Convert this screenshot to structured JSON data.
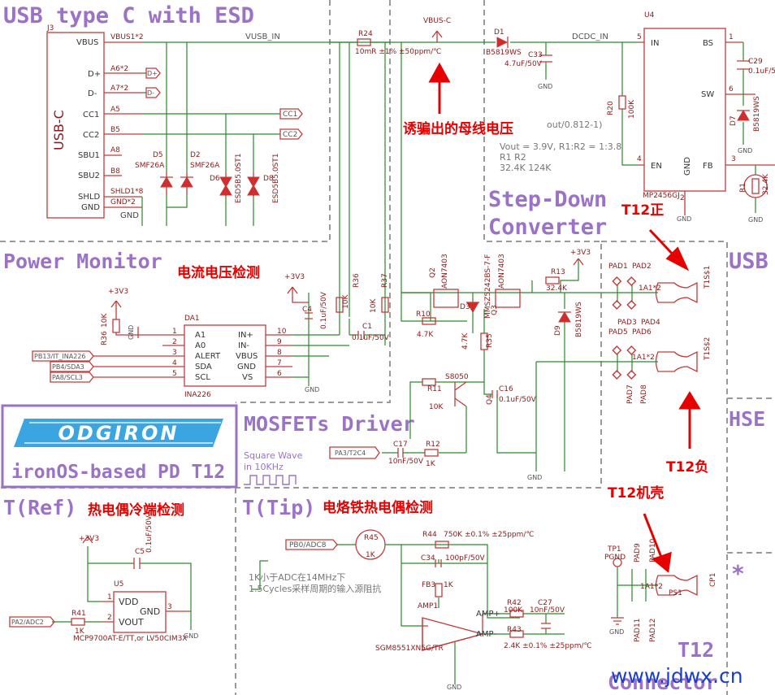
{
  "sections": {
    "usb": "USB type C with ESD",
    "power_monitor": "Power Monitor",
    "mosfet_driver": "MOSFETs Driver",
    "step_down": "Step-Down",
    "step_down2": "Converter",
    "tref": "T(Ref)",
    "ttip": "T(Tip)",
    "t12_connector": "T12",
    "t12_connector2": "Connector",
    "usb_right": "USB",
    "hse": "HSE",
    "star": "*"
  },
  "annotations": {
    "bus_voltage": "诱骗出的母线电压",
    "current_voltage": "电流电压检测",
    "cold_junction": "热电偶冷端检测",
    "tip_thermocouple": "电烙铁热电偶检测",
    "t12_pos": "T12正",
    "t12_neg": "T12负",
    "t12_case": "T12机壳"
  },
  "logo": {
    "brand": "ODGIRON",
    "subtitle": "ironOS-based PD T12"
  },
  "square_wave": {
    "line1": "Square Wave",
    "line2": "in 10KHz"
  },
  "nets": {
    "vusb_in": "VUSB_IN",
    "dcdc_in": "DCDC_IN",
    "vbus_c": "VBUS-C",
    "plus3v3": "+3V3",
    "gnd": "GND"
  },
  "usb_c": {
    "ref": "J3",
    "name": "USB-C",
    "pins": [
      "VBUS",
      "D+",
      "D-",
      "CC1",
      "CC2",
      "SBU1",
      "SBU2",
      "SHLD",
      "GND"
    ],
    "pin_nums": [
      "VBUS1*2",
      "A6*2",
      "A7*2",
      "A5",
      "B5",
      "A8",
      "B8",
      "SHLD1*8",
      "GND*2"
    ],
    "ports": [
      "D+",
      "D-",
      "CC1",
      "CC2"
    ]
  },
  "esd": {
    "d5": "D5",
    "d5_part": "SMF26A",
    "d2": "D2",
    "d2_part": "SMF26A",
    "d6": "D6",
    "d6_part": "ESD5B5.0ST1",
    "d8": "D8",
    "d8_part": "ESD5B5.0ST1"
  },
  "r24": {
    "ref": "R24",
    "value": "10mR ±1% ±50ppm/℃"
  },
  "d1": {
    "ref": "D1",
    "part": "B5819WS"
  },
  "c33": {
    "ref": "C33",
    "value": "4.7uF/50V"
  },
  "r20": {
    "ref": "R20",
    "value": "100K"
  },
  "u4": {
    "ref": "U4",
    "part": "MP2456GJ",
    "pins": {
      "in": "IN",
      "bs": "BS",
      "sw": "SW",
      "en": "EN",
      "gnd": "GND",
      "fb": "FB"
    },
    "nums": {
      "in": "5",
      "bs": "1",
      "sw": "6",
      "en": "4",
      "gnd": "2",
      "fb": "3"
    }
  },
  "c29": {
    "ref": "C29",
    "value": "0.1uF/5"
  },
  "d7": {
    "ref": "D7",
    "part": "B5819WS"
  },
  "r1": {
    "ref": "R1",
    "value": "32.4K"
  },
  "formula": {
    "line1": "out/0.812-1)",
    "line2": "Vout = 3.9V, R1:R2 = 1:3.8",
    "line3": "R1    R2",
    "line4": "32.4K 124K"
  },
  "ina226": {
    "ref": "DA1",
    "part": "INA226",
    "left_pins": [
      "A1",
      "A0",
      "ALERT",
      "SDA",
      "SCL"
    ],
    "left_nums": [
      "1",
      "2",
      "3",
      "4",
      "5"
    ],
    "right_pins": [
      "IN+",
      "IN-",
      "VBUS",
      "GND",
      "VS"
    ],
    "right_nums": [
      "10",
      "9",
      "8",
      "7",
      "6"
    ],
    "ports": [
      "PB13/IT_INA226",
      "PB4/SDA3",
      "PA8/SCL3"
    ]
  },
  "r36_10k": {
    "ref": "R36",
    "value": "10K"
  },
  "c4": {
    "ref": "C4",
    "value": "0.1uF/50V"
  },
  "r36": {
    "ref": "R36",
    "value": "10K"
  },
  "r37": {
    "ref": "R37",
    "value": "10K"
  },
  "c1": {
    "ref": "C1",
    "value": "0.1uF/50V"
  },
  "mosfets": {
    "q2": "Q2",
    "q2_part": "AON7403",
    "q3": "Q3",
    "q3_part": "AON7403",
    "d3": "D3",
    "d3_part": "MMSZ5242BS-7-F"
  },
  "r10": {
    "ref": "R10",
    "value": "4.7K"
  },
  "r35": {
    "ref": "R35",
    "value": "4.7K"
  },
  "r13": {
    "ref": "R13",
    "value": "32.4K"
  },
  "d9": {
    "ref": "D9",
    "part": "B5819WS"
  },
  "q4": {
    "ref": "Q4",
    "part": "S8050"
  },
  "r11": {
    "ref": "R11",
    "value": "10K"
  },
  "c16": {
    "ref": "C16",
    "value": "0.1uF/50V"
  },
  "c17": {
    "ref": "C17",
    "value": "10nF/50V"
  },
  "r12": {
    "ref": "R12",
    "value": "1K"
  },
  "port_pa3": "PA3/T2C4",
  "tips": {
    "pads1": [
      "PAD1",
      "PAD2",
      "PAD3",
      "PAD4"
    ],
    "pads2": [
      "PAD5",
      "PAD6",
      "PAD7",
      "PAD8"
    ],
    "t1": "T1S$1",
    "t2": "T1S$2",
    "pin1": "1A1*2",
    "pin2": "1A1*2",
    "cp1": "CP1",
    "ps1": "PS1",
    "pads3": [
      "PAD9",
      "PAD10",
      "PAD11",
      "PAD12"
    ],
    "tp1": "TP1",
    "pgnd": "PGND",
    "pin3": "1A1*2"
  },
  "mcp9700": {
    "ref": "U5",
    "part": "MCP9700AT-E/TT,or LV50CIM3X",
    "pins": [
      "VDD",
      "VOUT",
      "GND"
    ],
    "nums": [
      "1",
      "2",
      "3"
    ],
    "port": "PA2/ADC2"
  },
  "c5": {
    "ref": "C5",
    "value": "0.1uF/50V"
  },
  "r41": {
    "ref": "R41",
    "value": "1K"
  },
  "tip_amp": {
    "port": "PB0/ADC8",
    "r45": "R45",
    "r45_val": "1K",
    "r44": "R44",
    "r44_val": "750K ±0.1% ±25ppm/℃",
    "c34": "C34",
    "c34_val": "100pF/50V",
    "fb3": "FB3",
    "fb3_val": "1K",
    "amp": "AMP1",
    "part": "SGM8551XN5G/TR",
    "ampp": "AMP+",
    "ampm": "AMP-",
    "r42": "R42",
    "r42_val": "100K",
    "c27": "C27",
    "c27_val": "10nF/50V",
    "r43": "R43",
    "r43_val": "2.4K ±0.1% ±25ppm/℃",
    "note1": "1K小于ADC在14MHz下",
    "note2": "1.5Cycles采样周期的输入源阻抗"
  },
  "watermark": "www.jdwx.cn",
  "colors": {
    "section": "#9b72c8",
    "annotation": "#e60000",
    "component": "#c43a3a",
    "wire": "#2a8a2a"
  }
}
